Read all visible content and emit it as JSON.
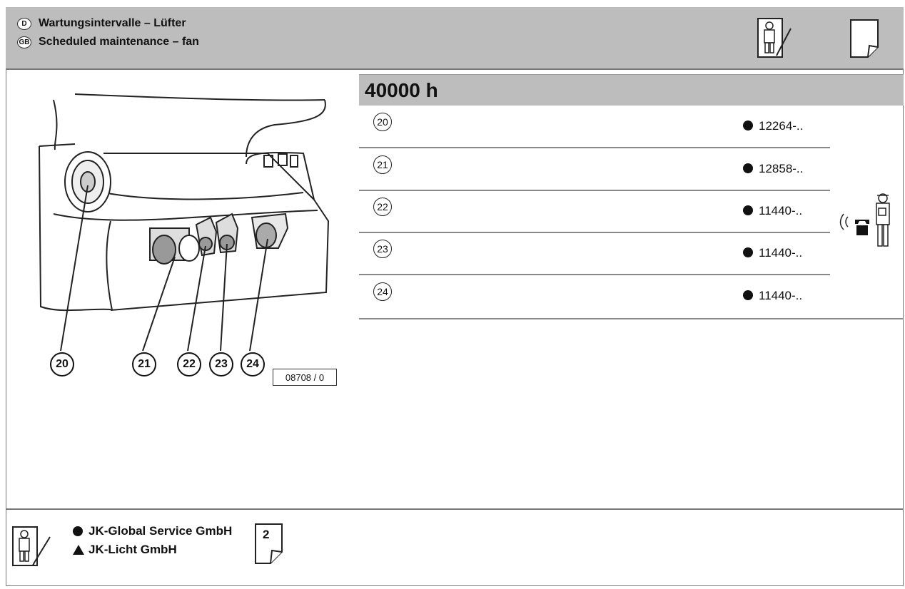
{
  "header": {
    "lines": [
      {
        "badge": "D",
        "text": "Wartungsintervalle – Lüfter"
      },
      {
        "badge": "GB",
        "text": "Scheduled maintenance – fan"
      }
    ],
    "icons": [
      "technician-writing-icon",
      "blank-page-icon"
    ]
  },
  "illustration": {
    "callouts": [
      "20",
      "21",
      "22",
      "23",
      "24"
    ],
    "reference": "08708 / 0"
  },
  "interval": {
    "title": "40000 h",
    "parts": [
      {
        "num": "20",
        "code": "12264-.."
      },
      {
        "num": "21",
        "code": "12858-.."
      },
      {
        "num": "22",
        "code": "11440-.."
      },
      {
        "num": "23",
        "code": "11440-.."
      },
      {
        "num": "24",
        "code": "11440-.."
      }
    ],
    "service_icon": "phone-technician-icon"
  },
  "footer": {
    "legend": [
      {
        "symbol": "dot",
        "text": "JK-Global Service GmbH"
      },
      {
        "symbol": "triangle",
        "text": "JK-Licht GmbH"
      }
    ],
    "page_number": "2"
  }
}
